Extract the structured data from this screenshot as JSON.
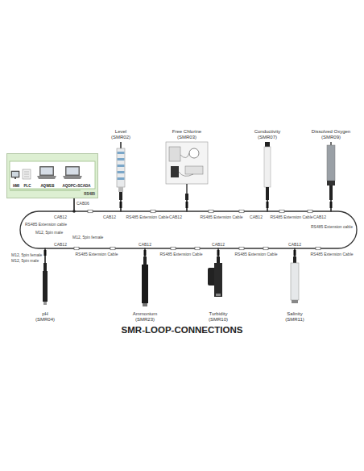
{
  "diagram": {
    "title": "SMR-LOOP-CONNECTIONS",
    "nodes": [
      {
        "text": [
          "RS485"
        ]
      },
      {
        "text": [
          "HMI"
        ],
        "in": 0
      },
      {
        "text": [
          "PLC"
        ],
        "in": 0
      },
      {
        "text": [
          "AQWEB"
        ],
        "in": 0
      },
      {
        "text": [
          "AQOPC+SCADA"
        ],
        "in": 0
      },
      {
        "text": [
          "Level (SMR02)"
        ]
      },
      {
        "text": [
          "Free Chlorine (SMR03)"
        ]
      },
      {
        "text": [
          "Conductivity (SMR07)"
        ]
      },
      {
        "text": [
          "Dissolved Oxygen (SMR09)"
        ]
      },
      {
        "text": [
          "pH (SMR04)"
        ]
      },
      {
        "text": [
          "Ammonium (SMR23)"
        ]
      },
      {
        "text": [
          "Turbidity (SMR10)"
        ]
      },
      {
        "text": [
          "Salinity (SMR11)"
        ]
      }
    ],
    "edges": [
      {
        "from": 0,
        "to": 5,
        "arrow": "none"
      },
      {
        "from": 5,
        "to": 6,
        "label": "RS485 Extension Cable",
        "arrow": "none"
      },
      {
        "from": 6,
        "to": 7,
        "label": "RS485 Extension Cable",
        "arrow": "none"
      },
      {
        "from": 7,
        "to": 8,
        "label": "RS485 Extension Cable",
        "arrow": "none"
      },
      {
        "from": 8,
        "to": 12,
        "label": "RS485 Extension cable",
        "arrow": "none"
      },
      {
        "from": 12,
        "to": 11,
        "label": "RS485 Extension Cable",
        "arrow": "none"
      },
      {
        "from": 11,
        "to": 10,
        "label": "RS485 Extension Cable",
        "arrow": "none"
      },
      {
        "from": 10,
        "to": 9,
        "label": "RS485 Extension Cable",
        "arrow": "none"
      },
      {
        "from": 9,
        "to": 0,
        "label": "RS485 Extension cable",
        "arrow": "none"
      }
    ],
    "labels": [
      "CAB06",
      "CAB12",
      "CAB12",
      "CAB12",
      "CAB12",
      "CAB12",
      "CAB12",
      "CAB12",
      "CAB12",
      "CAB12",
      "RS485 Extension Cable",
      "M12, 5pin male",
      "M12, 5pin female",
      "M12, 5pin female",
      "M12, 5pin male"
    ]
  }
}
